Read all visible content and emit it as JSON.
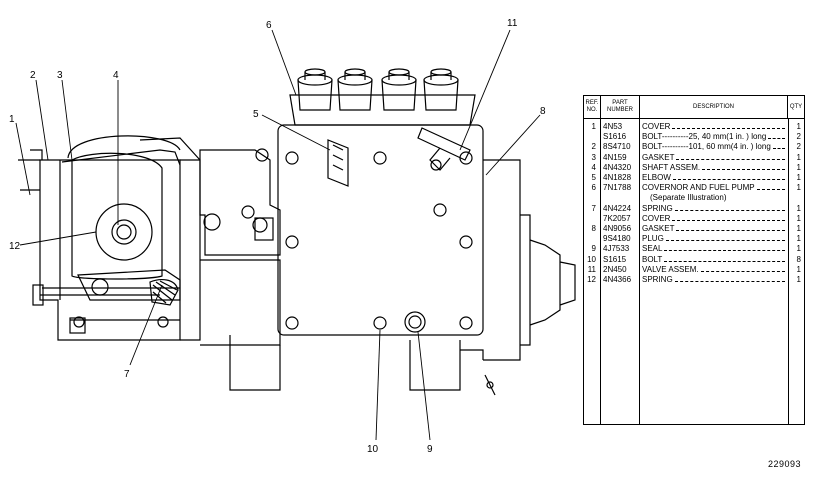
{
  "callouts": [
    "1",
    "2",
    "3",
    "4",
    "5",
    "6",
    "7",
    "8",
    "9",
    "10",
    "11",
    "12"
  ],
  "table": {
    "headers": {
      "ref": "REF. NO.",
      "part": "PART NUMBER",
      "desc": "DESCRIPTION",
      "qty": "QTY"
    },
    "rows": [
      {
        "ref": "1",
        "part": "4N53",
        "desc": "COVER",
        "qty": "1"
      },
      {
        "ref": "",
        "part": "S1616",
        "desc": "BOLT----------25, 40 mm(1 in. ) long",
        "qty": "2"
      },
      {
        "ref": "2",
        "part": "8S4710",
        "desc": "BOLT----------101, 60 mm(4 in. ) long",
        "qty": "2"
      },
      {
        "ref": "3",
        "part": "4N159",
        "desc": "GASKET",
        "qty": "1"
      },
      {
        "ref": "4",
        "part": "4N4320",
        "desc": "SHAFT ASSEM.",
        "qty": "1"
      },
      {
        "ref": "5",
        "part": "4N1828",
        "desc": "ELBOW",
        "qty": "1"
      },
      {
        "ref": "6",
        "part": "7N1788",
        "desc": "COVERNOR AND FUEL PUMP",
        "qty": "1"
      },
      {
        "ref": "",
        "part": "",
        "desc": "(Separate Illustration)",
        "qty": ""
      },
      {
        "ref": "7",
        "part": "4N4224",
        "desc": "SPRING",
        "qty": "1"
      },
      {
        "ref": "",
        "part": "7K2057",
        "desc": "COVER",
        "qty": "1"
      },
      {
        "ref": "8",
        "part": "4N9056",
        "desc": "GASKET",
        "qty": "1"
      },
      {
        "ref": "",
        "part": "9S4180",
        "desc": "PLUG",
        "qty": "1"
      },
      {
        "ref": "9",
        "part": "4J7533",
        "desc": "SEAL",
        "qty": "1"
      },
      {
        "ref": "10",
        "part": "S1615",
        "desc": "BOLT",
        "qty": "8"
      },
      {
        "ref": "11",
        "part": "2N450",
        "desc": "VALVE ASSEM.",
        "qty": "1"
      },
      {
        "ref": "12",
        "part": "4N4366",
        "desc": "SPRING",
        "qty": "1"
      }
    ]
  },
  "figure_number": "229093"
}
